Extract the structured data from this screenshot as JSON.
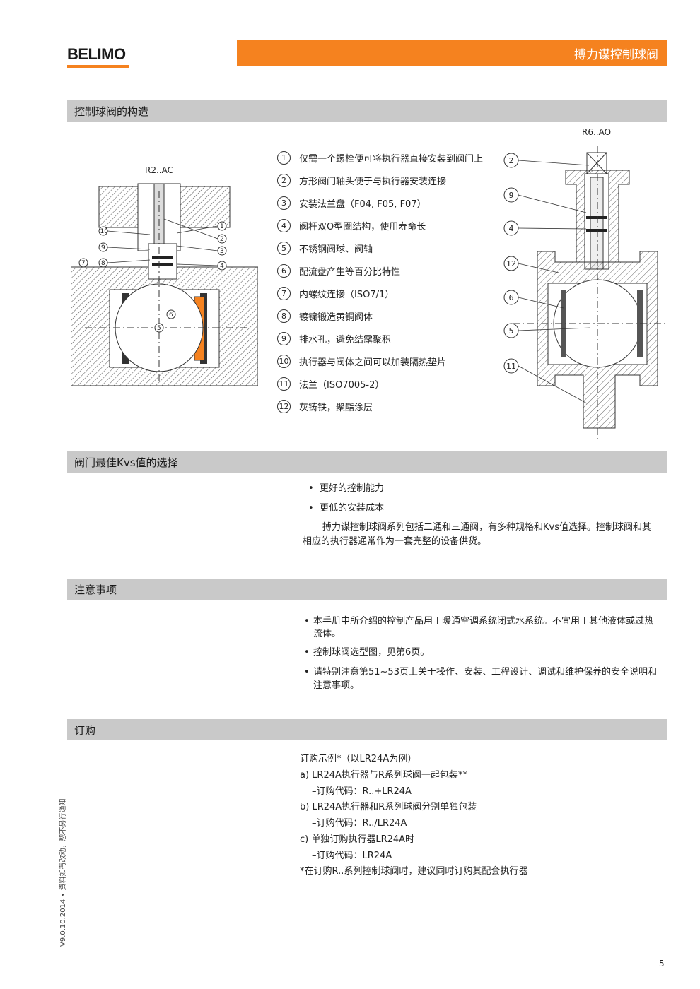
{
  "header": {
    "logo": "BELIMO",
    "title": "搏力谋控制球阀"
  },
  "sections": {
    "construction": "控制球阀的构造",
    "kvs": "阀门最佳Kvs值的选择",
    "notes": "注意事项",
    "order": "订购"
  },
  "diagrams": {
    "left_label": "R2..AC",
    "right_label": "R6..AO"
  },
  "legend": [
    {
      "num": "1",
      "text": "仅需一个螺栓便可将执行器直接安装到阀门上"
    },
    {
      "num": "2",
      "text": "方形阀门轴头便于与执行器安装连接"
    },
    {
      "num": "3",
      "text": "安装法兰盘（F04, F05, F07）"
    },
    {
      "num": "4",
      "text": "阀杆双O型圈结构，使用寿命长"
    },
    {
      "num": "5",
      "text": "不锈钢阀球、阀轴"
    },
    {
      "num": "6",
      "text": "配流盘产生等百分比特性"
    },
    {
      "num": "7",
      "text": "内螺纹连接（ISO7/1）"
    },
    {
      "num": "8",
      "text": "镀镍锻造黄铜阀体"
    },
    {
      "num": "9",
      "text": "排水孔，避免结露聚积"
    },
    {
      "num": "10",
      "text": "执行器与阀体之间可以加装隔热垫片"
    },
    {
      "num": "11",
      "text": "法兰（ISO7005-2）"
    },
    {
      "num": "12",
      "text": "灰铸铁，聚酯涂层"
    }
  ],
  "kvs": {
    "bullets": [
      "更好的控制能力",
      "更低的安装成本"
    ],
    "para1": "搏力谋控制球阀系列包括二通和三通阀，有多种规格和Kvs值选择。控制球阀和其",
    "para2": "相应的执行器通常作为一套完整的设备供货。"
  },
  "notes": {
    "n1a": "本手册中所介绍的控制产品用于暖通空调系统闭式水系统。不宜用于其他液体或过热",
    "n1b": "流体。",
    "n2": "控制球阀选型图，见第6页。",
    "n3a": "请特别注意第51~53页上关于操作、安装、工程设计、调试和维护保养的安全说明和",
    "n3b": "注意事项。"
  },
  "order": {
    "l1": "订购示例*（以LR24A为例）",
    "l2": "a)  LR24A执行器与R系列球阀一起包装**",
    "l3": "–订购代码：R..+LR24A",
    "l4": "b)  LR24A执行器和R系列球阀分别单独包装",
    "l5": "–订购代码：R../LR24A",
    "l6": "c)  单独订购执行器LR24A时",
    "l7": "–订购代码：LR24A",
    "l8": "*在订购R..系列控制球阀时，建议同时订购其配套执行器"
  },
  "footer": {
    "side_note": "V9.0.10.2014 • 资料如有改动，恕不另行通知",
    "page": "5"
  }
}
